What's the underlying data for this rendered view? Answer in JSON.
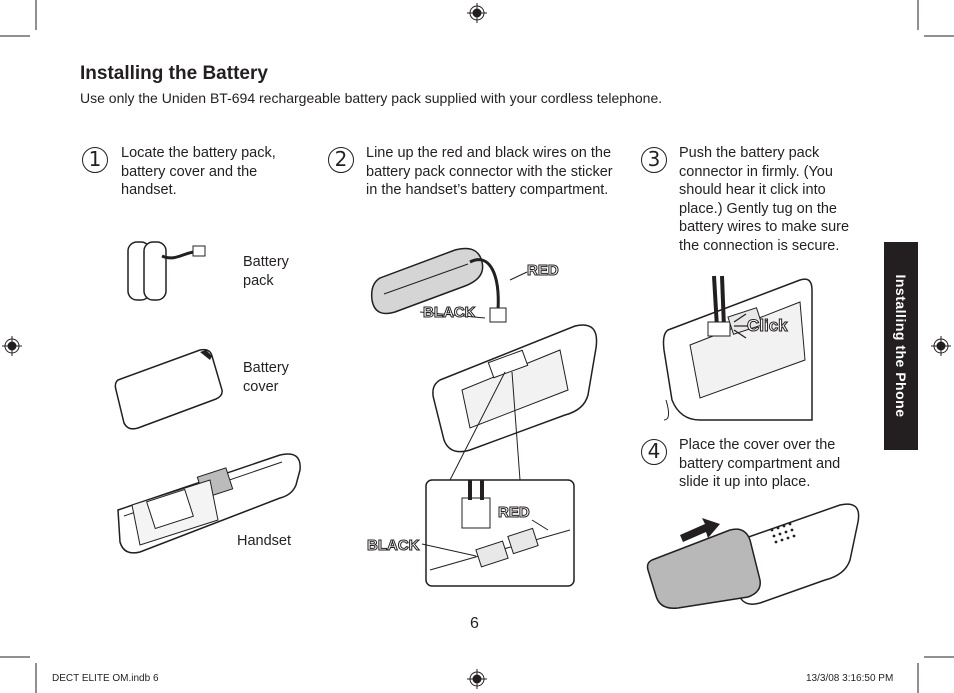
{
  "header": {
    "title": "Installing the Battery",
    "subtitle": "Use only the Uniden BT-694 rechargeable battery pack supplied with your cordless telephone."
  },
  "steps": [
    {
      "num": "1",
      "text": "Locate the battery pack, battery cover and the handset."
    },
    {
      "num": "2",
      "text": "Line up the red and black wires on the battery pack connector with the sticker in the handset’s battery compartment."
    },
    {
      "num": "3",
      "text": "Push the battery pack connector in firmly. (You should hear it click into place.) Gently tug on the battery wires to make sure the connection is secure."
    },
    {
      "num": "4",
      "text": "Place the cover over the battery compartment and slide it up into place."
    }
  ],
  "parts": {
    "battery_pack": "Battery\npack",
    "battery_cover": "Battery\ncover",
    "handset": "Handset"
  },
  "wire_labels": {
    "red": "RED",
    "black": "BLACK",
    "click": "Click"
  },
  "side_tab": "Installing the Phone",
  "page_number": "6",
  "footer": {
    "file": "DECT ELITE OM.indb   6",
    "timestamp": "13/3/08   3:16:50 PM"
  }
}
